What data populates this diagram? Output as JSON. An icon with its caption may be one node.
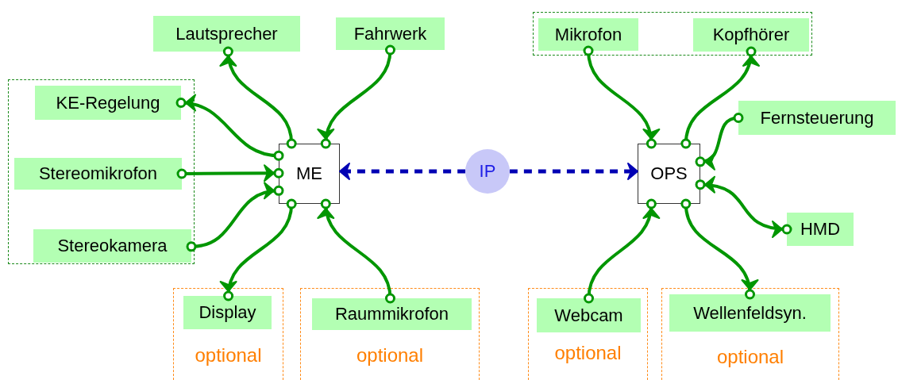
{
  "diagram": {
    "nodes": [
      {
        "text": [
          "Lautsprecher"
        ]
      },
      {
        "text": [
          "Fahrwerk"
        ]
      },
      {
        "text": [],
        "shape": "box"
      },
      {
        "text": [
          "KE-Regelung"
        ],
        "in": 2
      },
      {
        "text": [
          "Stereomikrofon"
        ],
        "in": 2
      },
      {
        "text": [
          "Stereokamera"
        ],
        "in": 2
      },
      {
        "text": [
          "ME"
        ]
      },
      {
        "text": [
          "IP"
        ]
      },
      {
        "text": [
          "OPS"
        ]
      },
      {
        "text": [],
        "shape": "box"
      },
      {
        "text": [
          "Mikrofon"
        ],
        "in": 9
      },
      {
        "text": [
          "Kopfhörer"
        ],
        "in": 9
      },
      {
        "text": [
          "Fernsteuerung"
        ]
      },
      {
        "text": [
          "HMD"
        ]
      },
      {
        "text": [
          "optional"
        ]
      },
      {
        "text": [
          "Display"
        ],
        "in": 14
      },
      {
        "text": [
          "optional"
        ]
      },
      {
        "text": [
          "Raummikrofon"
        ],
        "in": 16
      },
      {
        "text": [
          "optional"
        ]
      },
      {
        "text": [
          "Webcam"
        ],
        "in": 18
      },
      {
        "text": [
          "optional"
        ]
      },
      {
        "text": [
          "Wellenfeldsyn."
        ],
        "in": 20
      }
    ],
    "edges": [
      {
        "from": 6,
        "to": 0,
        "arrow": "to"
      },
      {
        "from": 1,
        "to": 6,
        "arrow": "to"
      },
      {
        "from": 6,
        "to": 3,
        "arrow": "to"
      },
      {
        "from": 4,
        "to": 6,
        "arrow": "to"
      },
      {
        "from": 5,
        "to": 6,
        "arrow": "to"
      },
      {
        "from": 6,
        "to": 15,
        "arrow": "to"
      },
      {
        "from": 17,
        "to": 6,
        "arrow": "to"
      },
      {
        "from": 7,
        "to": 6,
        "arrow": "to",
        "style": "dashed",
        "color": "#0000b4"
      },
      {
        "from": 7,
        "to": 8,
        "arrow": "to",
        "style": "dashed",
        "color": "#0000b4"
      },
      {
        "from": 10,
        "to": 8,
        "arrow": "to"
      },
      {
        "from": 8,
        "to": 11,
        "arrow": "to"
      },
      {
        "from": 12,
        "to": 8,
        "arrow": "to"
      },
      {
        "from": 8,
        "to": 13,
        "arrow": "both"
      },
      {
        "from": 19,
        "to": 8,
        "arrow": "to"
      },
      {
        "from": 8,
        "to": 21,
        "arrow": "to"
      }
    ]
  }
}
